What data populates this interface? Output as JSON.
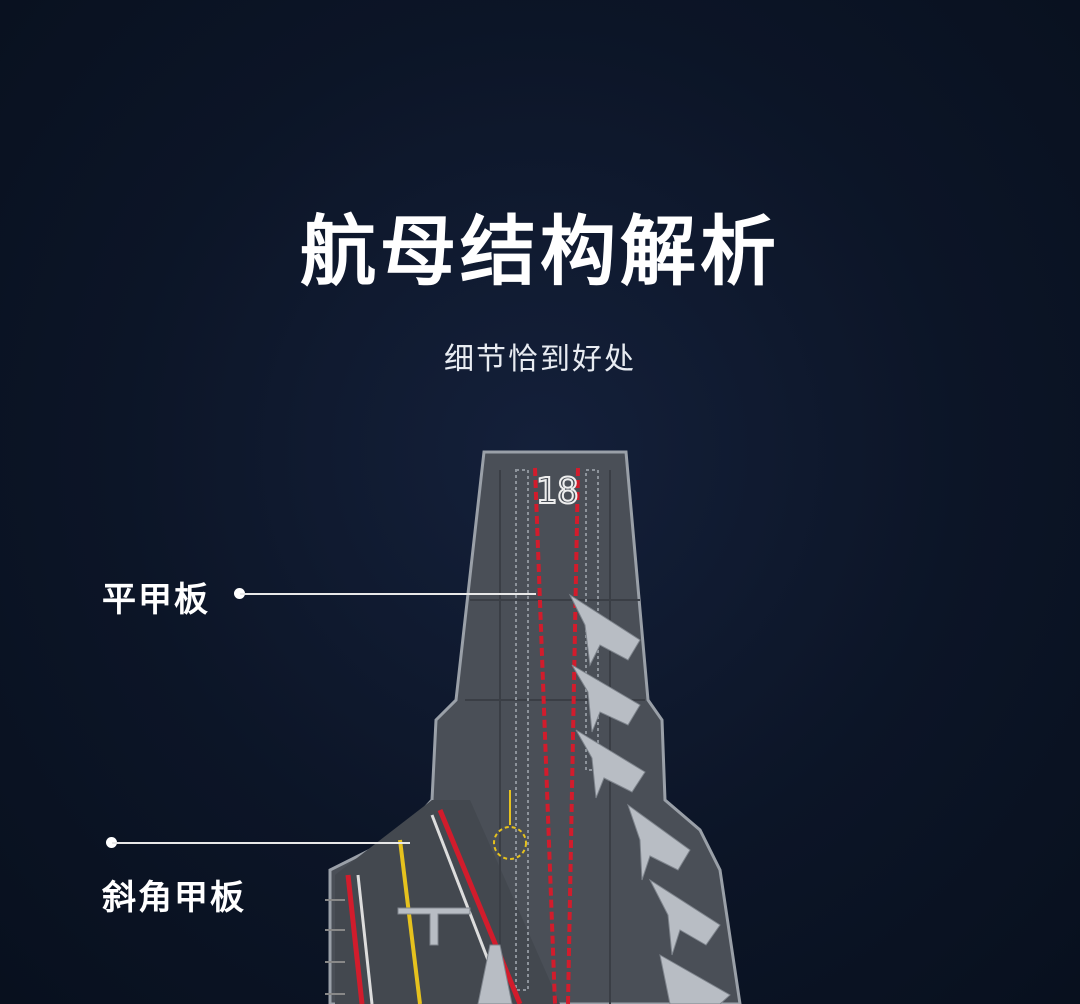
{
  "header": {
    "title": "航母结构解析",
    "subtitle": "细节恰到好处"
  },
  "callouts": [
    {
      "label": "平甲板"
    },
    {
      "label": "斜角甲板"
    }
  ],
  "carrier": {
    "hull_number": "18"
  },
  "colors": {
    "background": "#0c1527",
    "deck": "#4a4f57",
    "stripe": "#d21c2c"
  }
}
